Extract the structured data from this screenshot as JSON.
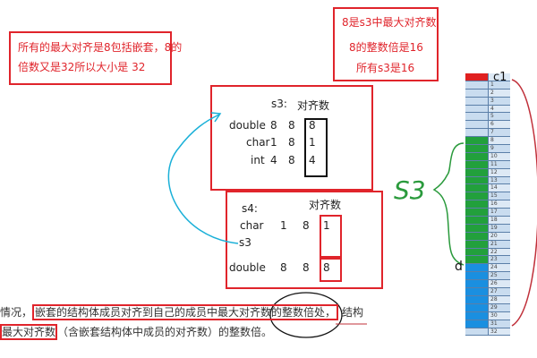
{
  "note_left": [
    "所有的最大对齐是8包括嵌套，8的",
    "倍数又是32所以大小是 32"
  ],
  "note_right": [
    "8是s3中最大对齐数",
    "8的整数倍是16",
    "所有s3是16"
  ],
  "s3": {
    "title": "s3:",
    "header": "对齐数",
    "rows": [
      [
        "double",
        "8",
        "8",
        "8"
      ],
      [
        "char",
        "1",
        "8",
        "1"
      ],
      [
        "int",
        "4",
        "8",
        "4"
      ]
    ]
  },
  "s4": {
    "title": "s4:",
    "header": "对齐数",
    "rows": [
      [
        "char",
        "1",
        "8",
        "1"
      ],
      [
        "s3",
        "",
        "",
        ""
      ],
      [
        "double",
        "8",
        "8",
        "8"
      ]
    ]
  },
  "handwritten": {
    "s3": "S3",
    "d": "d",
    "c1": "c1"
  },
  "memory": {
    "count": 33,
    "colors": {
      "c1": "#e02020",
      "padding": "#c9dcef",
      "s3": "#22a03c",
      "d": "#1a8fe0",
      "empty": "#c9dcef"
    }
  },
  "bottom": {
    "line1": [
      "情况，",
      "嵌套的结构体成员对齐到自己的成员中最大对齐数的整数倍处，",
      "结构"
    ],
    "line2": [
      "最大对齐数",
      "（含嵌套结构体中成员的对齐数）的整数倍。"
    ]
  }
}
